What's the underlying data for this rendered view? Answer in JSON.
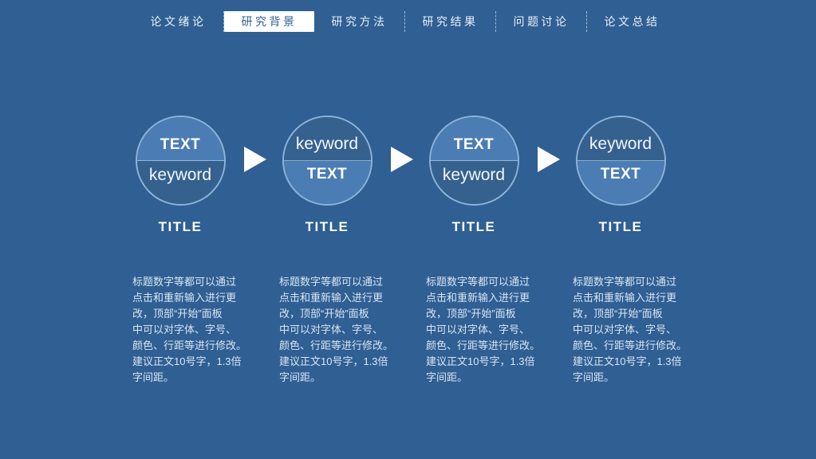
{
  "colors": {
    "background": "#2F5F93",
    "circle_light_half": "#4B7DB4",
    "circle_dark_half": "#35618F",
    "circle_border": "#9EC2E5",
    "active_tab_background": "#FFFFFF",
    "active_tab_text": "#2F5F93",
    "nav_text": "#EAF1F8",
    "body_text": "#D9E6F2",
    "arrow": "#FDFDFD"
  },
  "icons": {
    "step_arrow": "right-arrow-triangle"
  },
  "nav": {
    "tabs": [
      {
        "label": "论文绪论",
        "active": false
      },
      {
        "label": "研究背景",
        "active": true
      },
      {
        "label": "研究方法",
        "active": false
      },
      {
        "label": "研究结果",
        "active": false
      },
      {
        "label": "问题讨论",
        "active": false
      },
      {
        "label": "论文总结",
        "active": false
      }
    ]
  },
  "steps": [
    {
      "variant": "text-top",
      "circle_top": "TEXT",
      "circle_bottom": "keyword",
      "title": "TITLE",
      "description": "标题数字等都可以通过\n点击和重新输入进行更\n改，顶部“开始”面板\n中可以对字体、字号、\n颜色、行距等进行修改。\n建议正文10号字，1.3倍\n字间距。"
    },
    {
      "variant": "keyword-top",
      "circle_top": "keyword",
      "circle_bottom": "TEXT",
      "title": "TITLE",
      "description": "标题数字等都可以通过\n点击和重新输入进行更\n改，顶部“开始”面板\n中可以对字体、字号、\n颜色、行距等进行修改。\n建议正文10号字，1.3倍\n字间距。"
    },
    {
      "variant": "text-top",
      "circle_top": "TEXT",
      "circle_bottom": "keyword",
      "title": "TITLE",
      "description": "标题数字等都可以通过\n点击和重新输入进行更\n改，顶部“开始”面板\n中可以对字体、字号、\n颜色、行距等进行修改。\n建议正文10号字，1.3倍\n字间距。"
    },
    {
      "variant": "keyword-top",
      "circle_top": "keyword",
      "circle_bottom": "TEXT",
      "title": "TITLE",
      "description": "标题数字等都可以通过\n点击和重新输入进行更\n改，顶部“开始”面板\n中可以对字体、字号、\n颜色、行距等进行修改。\n建议正文10号字，1.3倍\n字间距。"
    }
  ]
}
